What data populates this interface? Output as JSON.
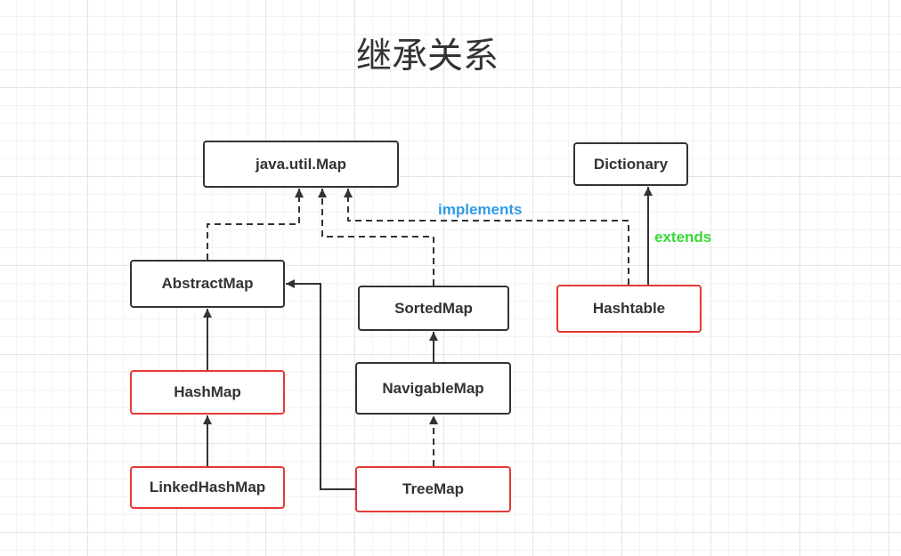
{
  "title": "继承关系",
  "nodes": {
    "map": "java.util.Map",
    "dictionary": "Dictionary",
    "abstractmap": "AbstractMap",
    "sortedmap": "SortedMap",
    "hashtable": "Hashtable",
    "hashmap": "HashMap",
    "navigablemap": "NavigableMap",
    "linkedhashmap": "LinkedHashMap",
    "treemap": "TreeMap"
  },
  "labels": {
    "implements": "implements",
    "extends": "extends"
  },
  "colors": {
    "border": "#333333",
    "highlight_border": "#e53935",
    "implements_label": "#2f9be8",
    "extends_label": "#34d934"
  }
}
